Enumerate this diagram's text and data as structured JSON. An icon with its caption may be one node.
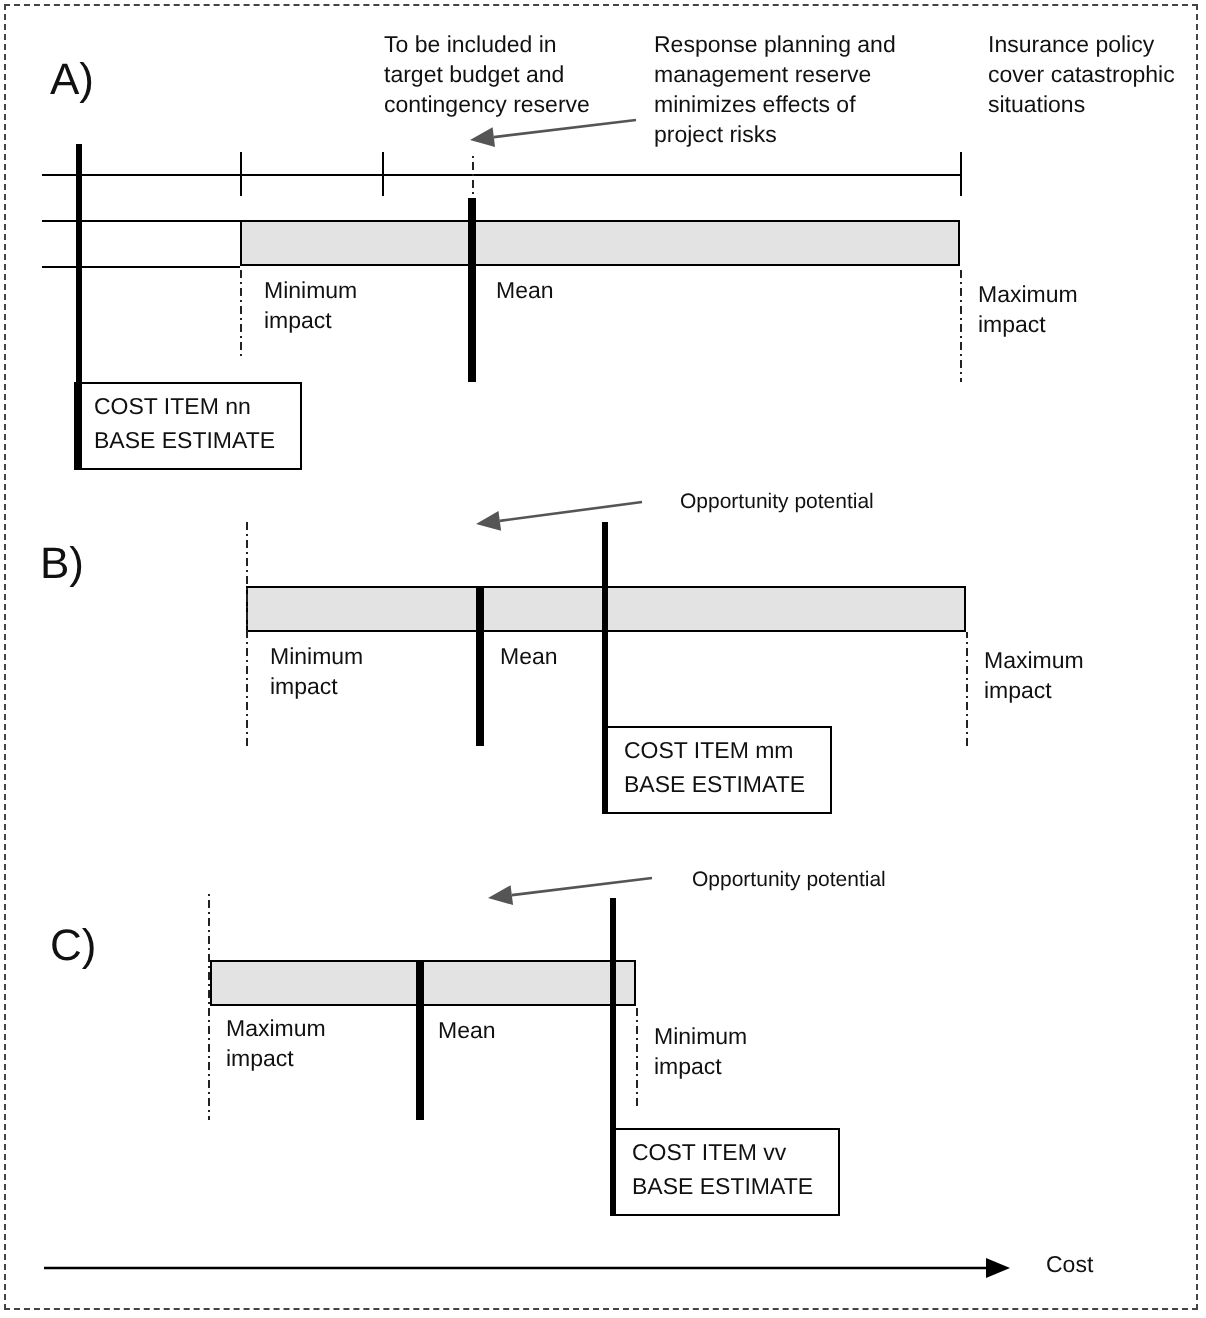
{
  "diagram": {
    "nodes": [
      {
        "text": [],
        "shape": "bar"
      },
      {
        "text": [
          "COST ITEM nn BASE ESTIMATE"
        ]
      },
      {
        "text": [],
        "shape": "bar"
      },
      {
        "text": [
          "COST ITEM mm BASE ESTIMATE"
        ]
      },
      {
        "text": [],
        "shape": "bar"
      },
      {
        "text": [
          "COST ITEM vv BASE ESTIMATE"
        ]
      }
    ],
    "labels": [
      "A)",
      "To be included in target budget and contingency reserve",
      "Response planning and management reserve minimizes effects of project risks",
      "Insurance policy cover catastrophic situations",
      "Minimum impact",
      "Mean",
      "Maximum impact",
      "Opportunity potential",
      "B)",
      "Minimum impact",
      "Mean",
      "Maximum impact",
      "Opportunity potential",
      "C)",
      "Maximum impact",
      "Mean",
      "Minimum impact",
      "Cost"
    ]
  }
}
